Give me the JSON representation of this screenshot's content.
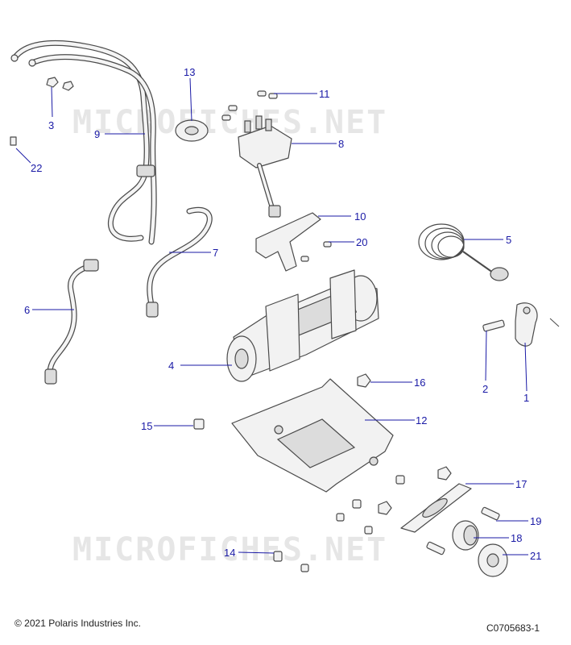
{
  "watermark": "MICROFICHES.NET",
  "callouts": [
    {
      "id": "1",
      "label": "1"
    },
    {
      "id": "2",
      "label": "2"
    },
    {
      "id": "3",
      "label": "3"
    },
    {
      "id": "4",
      "label": "4"
    },
    {
      "id": "5",
      "label": "5"
    },
    {
      "id": "6",
      "label": "6"
    },
    {
      "id": "7",
      "label": "7"
    },
    {
      "id": "8",
      "label": "8"
    },
    {
      "id": "9",
      "label": "9"
    },
    {
      "id": "10",
      "label": "10"
    },
    {
      "id": "11",
      "label": "11"
    },
    {
      "id": "12",
      "label": "12"
    },
    {
      "id": "13",
      "label": "13"
    },
    {
      "id": "14",
      "label": "14"
    },
    {
      "id": "15",
      "label": "15"
    },
    {
      "id": "16",
      "label": "16"
    },
    {
      "id": "17",
      "label": "17"
    },
    {
      "id": "18",
      "label": "18"
    },
    {
      "id": "19",
      "label": "19"
    },
    {
      "id": "20",
      "label": "20"
    },
    {
      "id": "21",
      "label": "21"
    },
    {
      "id": "22",
      "label": "22"
    }
  ],
  "footer": {
    "copyright": "© 2021 Polaris Industries Inc.",
    "figure_code": "C0705683-1"
  },
  "colors": {
    "callout": "#1a1aa6",
    "line_art": "#4a4a4a",
    "watermark": "#e6e6e6"
  }
}
